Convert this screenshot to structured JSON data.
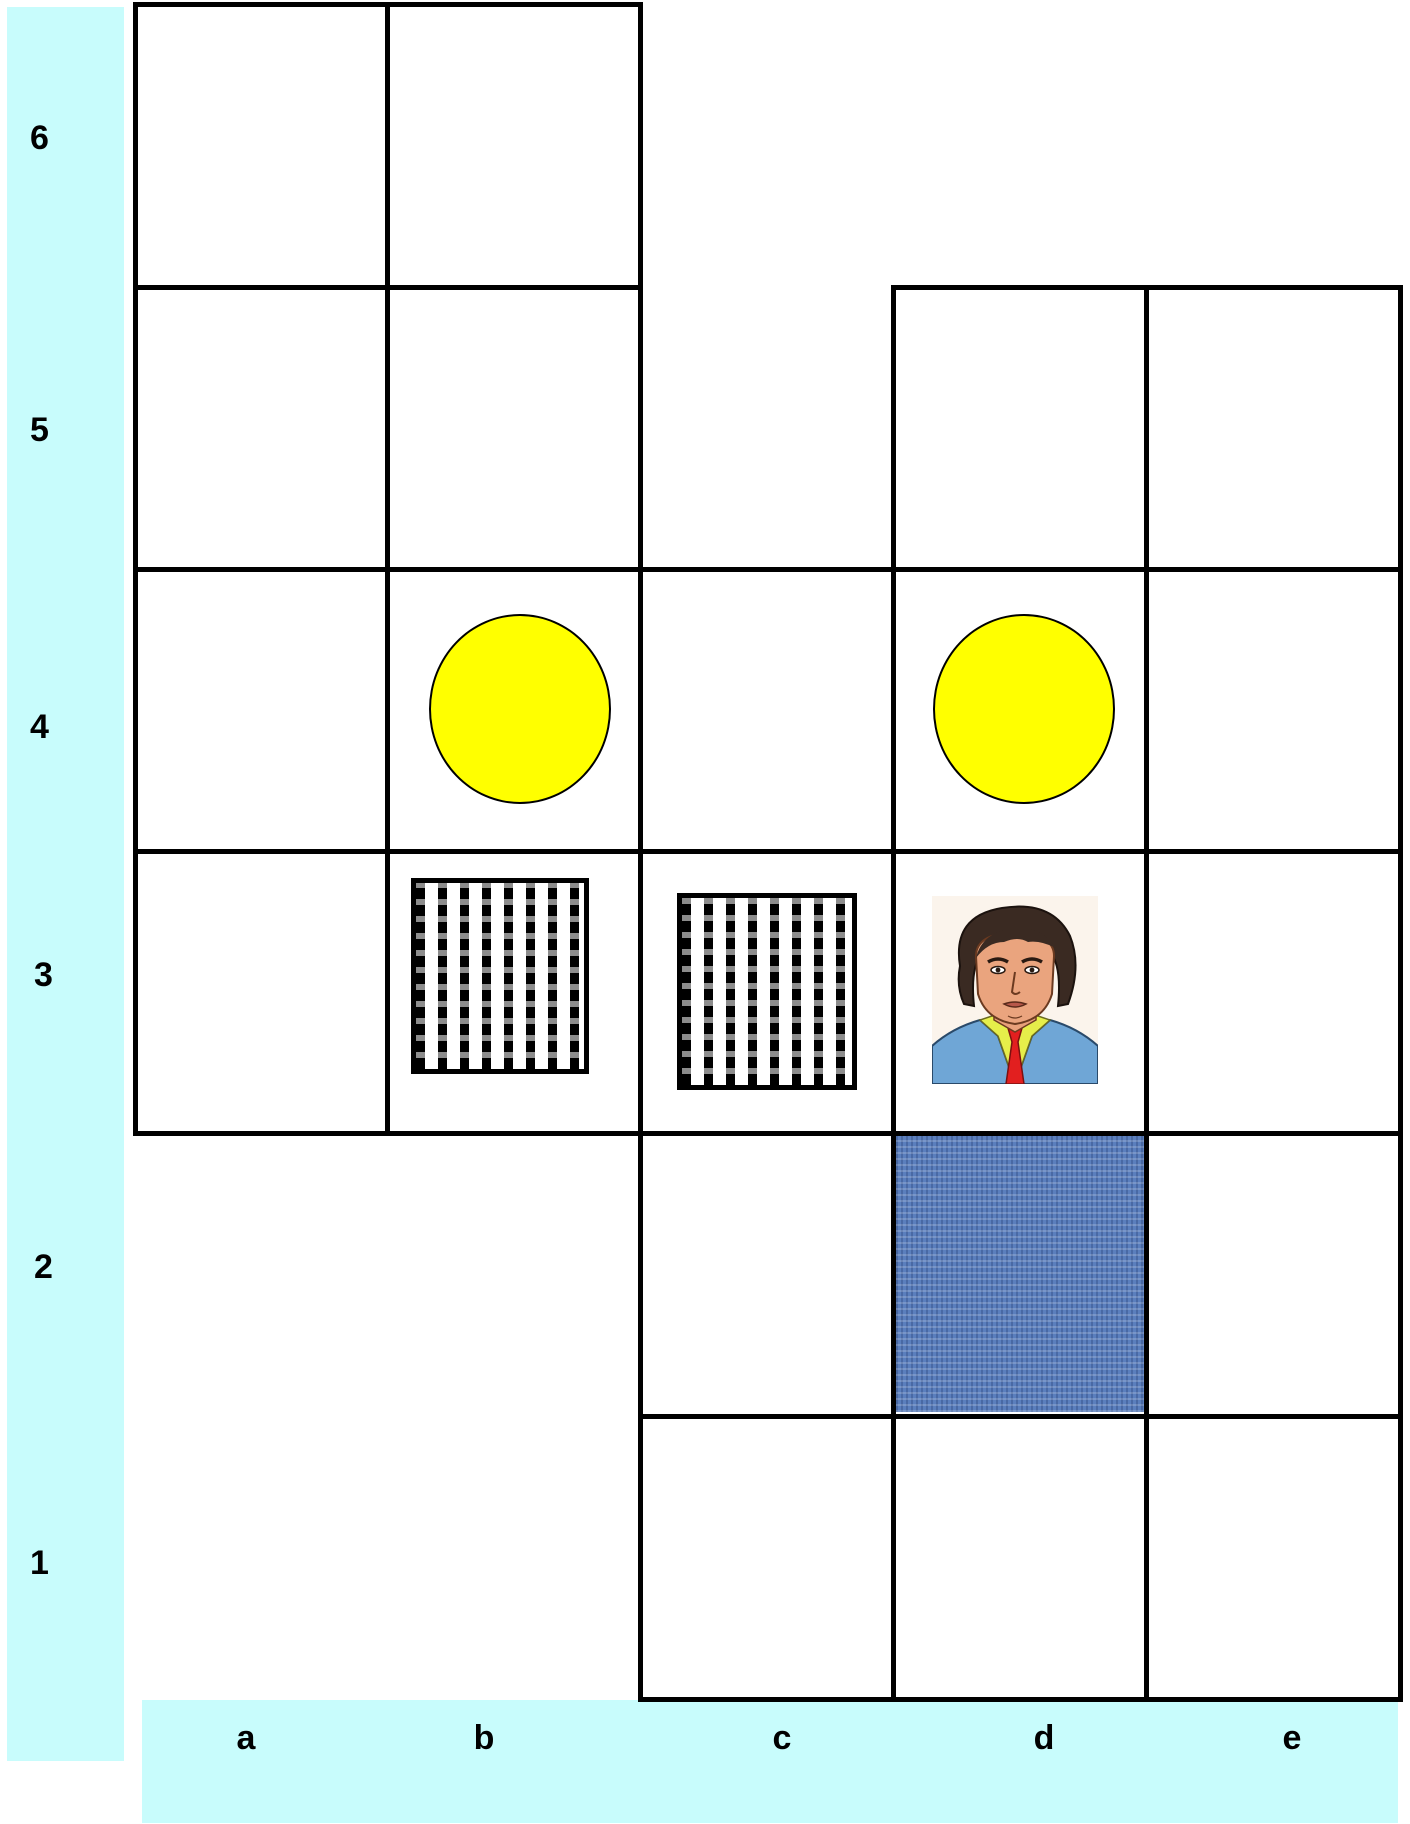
{
  "ranks": [
    "6",
    "5",
    "4",
    "3",
    "2",
    "1"
  ],
  "files": [
    "a",
    "b",
    "c",
    "d",
    "e"
  ],
  "pieces": {
    "b4": "yellow-token",
    "d4": "yellow-token",
    "b3": "checkered-block",
    "c3": "checkered-block",
    "d3": "player-portrait",
    "d2": "water-tile"
  },
  "colors": {
    "label_bar": "#c8fcfc",
    "token": "#ffff00",
    "water": "#5b7fbd",
    "grid_line": "#000000"
  }
}
